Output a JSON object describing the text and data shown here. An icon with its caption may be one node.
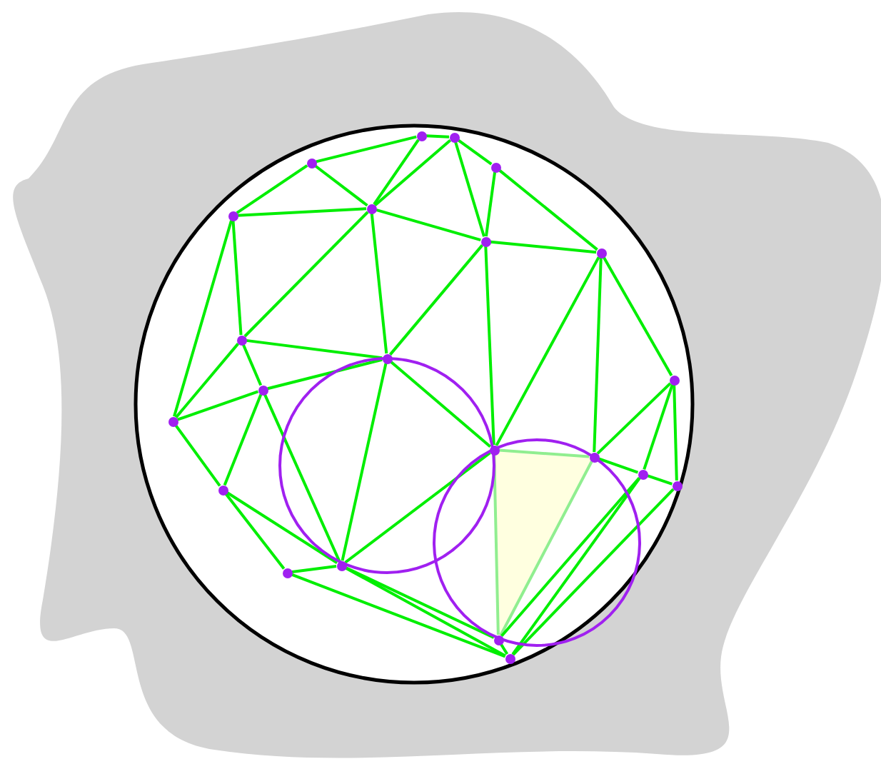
{
  "diagram": {
    "nodes": [
      {
        "text": [],
        "shape": "circle"
      },
      {
        "text": [],
        "shape": "circle"
      },
      {
        "text": [],
        "shape": "circle"
      },
      {
        "text": [],
        "shape": "circle"
      },
      {
        "text": [],
        "shape": "circle"
      },
      {
        "text": [],
        "shape": "circle"
      },
      {
        "text": [],
        "shape": "circle"
      },
      {
        "text": [],
        "shape": "circle"
      },
      {
        "text": [],
        "shape": "circle"
      },
      {
        "text": [],
        "shape": "circle"
      },
      {
        "text": [],
        "shape": "circle"
      },
      {
        "text": [],
        "shape": "circle"
      },
      {
        "text": [],
        "shape": "circle"
      },
      {
        "text": [],
        "shape": "circle"
      },
      {
        "text": [],
        "shape": "circle"
      },
      {
        "text": [],
        "shape": "circle"
      },
      {
        "text": [],
        "shape": "circle"
      },
      {
        "text": [],
        "shape": "circle"
      },
      {
        "text": [],
        "shape": "circle"
      },
      {
        "text": [],
        "shape": "circle"
      },
      {
        "text": [],
        "shape": "circle"
      },
      {
        "text": [],
        "shape": "circle"
      }
    ],
    "edges": [
      {
        "from": 2,
        "to": 0,
        "arrow": "none"
      },
      {
        "from": 0,
        "to": 1,
        "arrow": "none"
      },
      {
        "from": 2,
        "to": 4,
        "arrow": "none"
      },
      {
        "from": 2,
        "to": 5,
        "arrow": "none"
      },
      {
        "from": 0,
        "to": 5,
        "arrow": "none"
      },
      {
        "from": 1,
        "to": 5,
        "arrow": "none"
      },
      {
        "from": 1,
        "to": 3,
        "arrow": "none"
      },
      {
        "from": 1,
        "to": 6,
        "arrow": "none"
      },
      {
        "from": 3,
        "to": 6,
        "arrow": "none"
      },
      {
        "from": 3,
        "to": 7,
        "arrow": "none"
      },
      {
        "from": 4,
        "to": 5,
        "arrow": "none"
      },
      {
        "from": 5,
        "to": 6,
        "arrow": "none"
      },
      {
        "from": 6,
        "to": 7,
        "arrow": "none"
      },
      {
        "from": 4,
        "to": 8,
        "arrow": "none"
      },
      {
        "from": 4,
        "to": 12,
        "arrow": "none"
      },
      {
        "from": 5,
        "to": 8,
        "arrow": "none"
      },
      {
        "from": 5,
        "to": 9,
        "arrow": "none"
      },
      {
        "from": 6,
        "to": 9,
        "arrow": "none"
      },
      {
        "from": 6,
        "to": 13,
        "arrow": "none"
      },
      {
        "from": 7,
        "to": 13,
        "arrow": "none"
      },
      {
        "from": 7,
        "to": 14,
        "arrow": "none"
      },
      {
        "from": 7,
        "to": 10,
        "arrow": "none"
      },
      {
        "from": 8,
        "to": 9,
        "arrow": "none"
      },
      {
        "from": 8,
        "to": 11,
        "arrow": "none"
      },
      {
        "from": 8,
        "to": 12,
        "arrow": "none"
      },
      {
        "from": 11,
        "to": 9,
        "arrow": "none"
      },
      {
        "from": 11,
        "to": 12,
        "arrow": "none"
      },
      {
        "from": 11,
        "to": 17,
        "arrow": "none"
      },
      {
        "from": 11,
        "to": 18,
        "arrow": "none"
      },
      {
        "from": 12,
        "to": 17,
        "arrow": "none"
      },
      {
        "from": 9,
        "to": 13,
        "arrow": "none"
      },
      {
        "from": 9,
        "to": 18,
        "arrow": "none"
      },
      {
        "from": 13,
        "to": 18,
        "arrow": "none"
      },
      {
        "from": 13,
        "to": 14,
        "arrow": "none",
        "color": "#90ee90"
      },
      {
        "from": 13,
        "to": 20,
        "arrow": "none",
        "color": "#90ee90"
      },
      {
        "from": 14,
        "to": 20,
        "arrow": "none",
        "color": "#90ee90"
      },
      {
        "from": 14,
        "to": 10,
        "arrow": "none"
      },
      {
        "from": 14,
        "to": 15,
        "arrow": "none"
      },
      {
        "from": 15,
        "to": 16,
        "arrow": "none"
      },
      {
        "from": 10,
        "to": 15,
        "arrow": "none"
      },
      {
        "from": 10,
        "to": 16,
        "arrow": "none"
      },
      {
        "from": 17,
        "to": 18,
        "arrow": "none"
      },
      {
        "from": 17,
        "to": 19,
        "arrow": "none"
      },
      {
        "from": 19,
        "to": 18,
        "arrow": "none"
      },
      {
        "from": 19,
        "to": 21,
        "arrow": "none"
      },
      {
        "from": 18,
        "to": 20,
        "arrow": "none"
      },
      {
        "from": 18,
        "to": 21,
        "arrow": "none"
      },
      {
        "from": 15,
        "to": 20,
        "arrow": "none"
      },
      {
        "from": 15,
        "to": 21,
        "arrow": "none"
      },
      {
        "from": 16,
        "to": 21,
        "arrow": "none"
      },
      {
        "from": 20,
        "to": 21,
        "arrow": "none"
      }
    ]
  }
}
